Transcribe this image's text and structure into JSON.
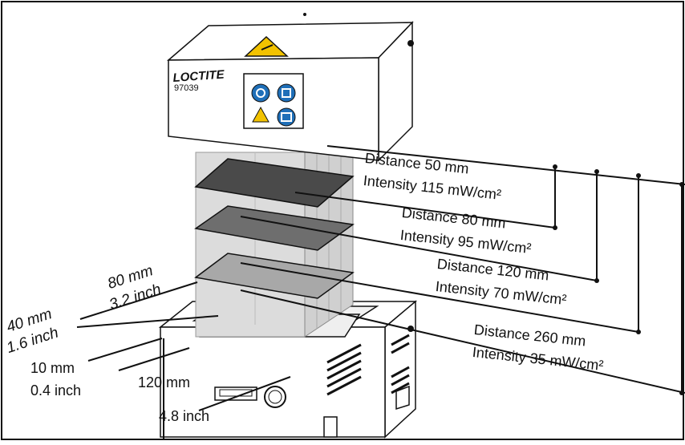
{
  "device": {
    "brand": "LOCTITE",
    "model": "97039"
  },
  "measurements": [
    {
      "distance": "Distance 50 mm",
      "intensity": "Intensity 115 mW/cm²"
    },
    {
      "distance": "Distance 80 mm",
      "intensity": "Intensity 95 mW/cm²"
    },
    {
      "distance": "Distance 120 mm",
      "intensity": "Intensity 70 mW/cm²"
    },
    {
      "distance": "Distance 260 mm",
      "intensity": "Intensity 35 mW/cm²"
    }
  ],
  "dimensions": {
    "depth_mm": "80 mm",
    "depth_inch": "3.2 inch",
    "side_mm": "40 mm",
    "side_inch": "1.6 inch",
    "gap_mm": "10 mm",
    "gap_inch": "0.4 inch",
    "width_mm": "120 mm",
    "width_inch": "4.8 inch"
  },
  "colors": {
    "plate_dark": "#4a4a4a",
    "plate_mid": "#6e6e6e",
    "plate_light": "#a8a8a8",
    "column": "#dcdcdc",
    "line": "#111111"
  }
}
